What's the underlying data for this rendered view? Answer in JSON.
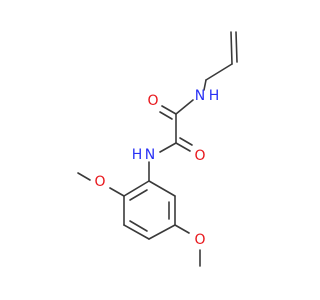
{
  "molecule": {
    "atoms": [
      {
        "id": "o_ketone_1",
        "symbol": "O",
        "color": "#e8161b"
      },
      {
        "id": "nh_allyl",
        "symbol": "N",
        "h": "H",
        "color": "#2830f5"
      },
      {
        "id": "o_ketone_2",
        "symbol": "O",
        "color": "#e8161b"
      },
      {
        "id": "nh_aryl",
        "symbol": "N",
        "h": "H",
        "color": "#2830f5"
      },
      {
        "id": "o_methoxy_2",
        "symbol": "O",
        "color": "#e8161b"
      },
      {
        "id": "o_methoxy_5",
        "symbol": "O",
        "color": "#e8161b"
      }
    ],
    "bond_color": "#3a3a3a"
  }
}
